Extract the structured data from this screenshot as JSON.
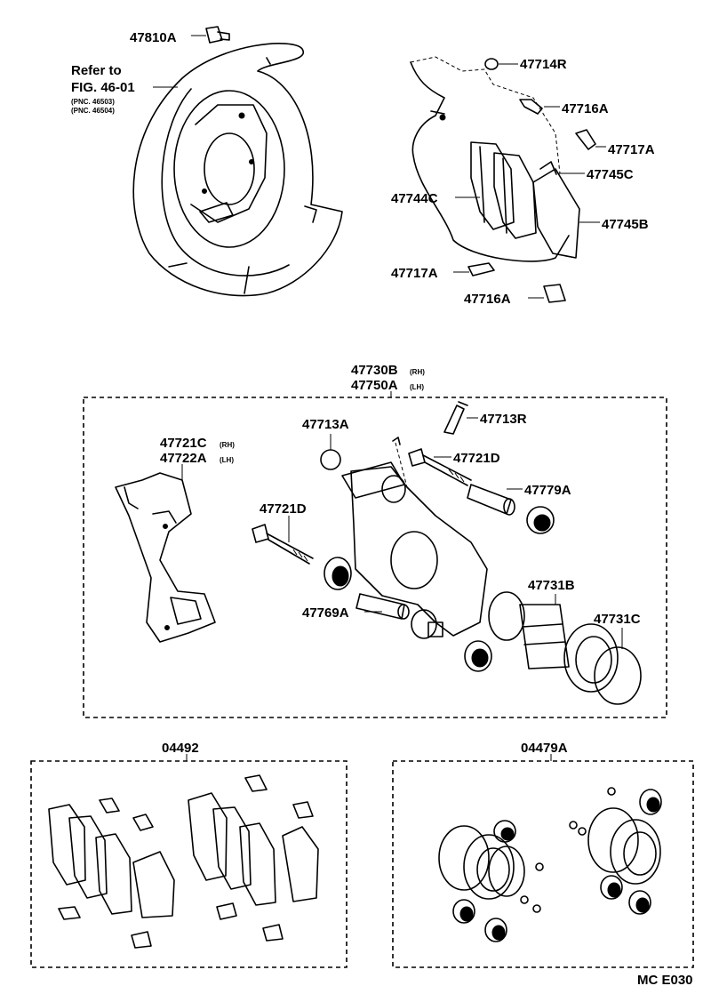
{
  "reference": {
    "line1": "Refer to",
    "line2": "FIG. 46-01",
    "pnc1": "(PNC. 46503)",
    "pnc2": "(PNC. 46504)"
  },
  "labels": {
    "p47810A": "47810A",
    "p47714R": "47714R",
    "p47716A_top": "47716A",
    "p47717A_top": "47717A",
    "p47745C": "47745C",
    "p47744C": "47744C",
    "p47745B": "47745B",
    "p47717A_bot": "47717A",
    "p47716A_bot": "47716A",
    "p47730B": "47730B",
    "p47730B_suffix": "(RH)",
    "p47750A": "47750A",
    "p47750A_suffix": "(LH)",
    "p47713A": "47713A",
    "p47713R": "47713R",
    "p47721C": "47721C",
    "p47721C_suffix": "(RH)",
    "p47722A": "47722A",
    "p47722A_suffix": "(LH)",
    "p47721D_top": "47721D",
    "p47779A": "47779A",
    "p47721D_left": "47721D",
    "p47731B": "47731B",
    "p47769A": "47769A",
    "p47731C": "47731C",
    "p04492": "04492",
    "p04479A": "04479A"
  },
  "footer": {
    "code": "MC E030"
  }
}
